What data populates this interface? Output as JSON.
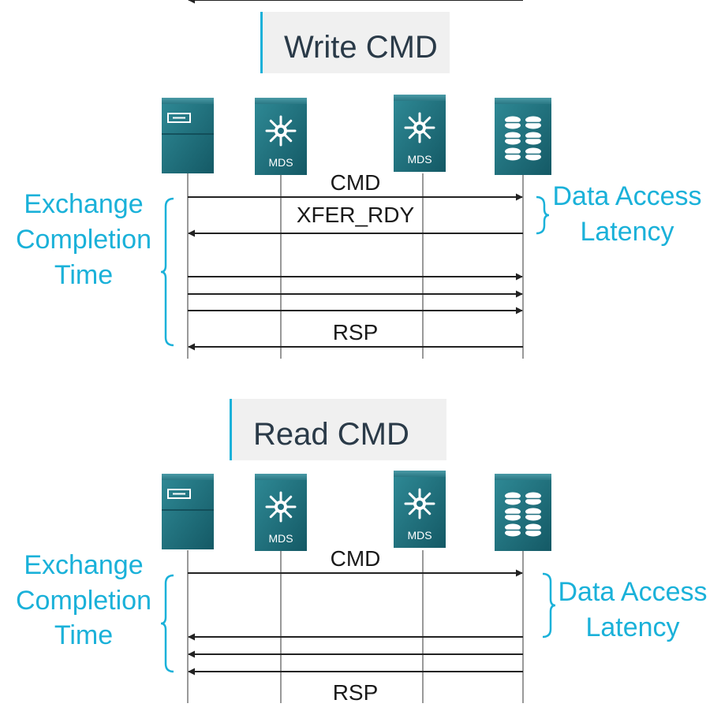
{
  "panels": [
    {
      "id": "write",
      "title": "Write CMD",
      "devices": [
        {
          "type": "server",
          "label": ""
        },
        {
          "type": "switch",
          "label": "MDS"
        },
        {
          "type": "switch",
          "label": "MDS"
        },
        {
          "type": "storage",
          "label": ""
        }
      ],
      "messages": [
        {
          "label": "CMD",
          "direction": "right"
        },
        {
          "label": "XFER_RDY",
          "direction": "left"
        },
        {
          "label": "",
          "direction": "right"
        },
        {
          "label": "",
          "direction": "right"
        },
        {
          "label": "",
          "direction": "right"
        },
        {
          "label": "RSP",
          "direction": "left"
        }
      ],
      "left_annotation": [
        "Exchange",
        "Completion",
        "Time"
      ],
      "right_annotation": [
        "Data Access",
        "Latency"
      ]
    },
    {
      "id": "read",
      "title": "Read CMD",
      "devices": [
        {
          "type": "server",
          "label": ""
        },
        {
          "type": "switch",
          "label": "MDS"
        },
        {
          "type": "switch",
          "label": "MDS"
        },
        {
          "type": "storage",
          "label": ""
        }
      ],
      "messages": [
        {
          "label": "CMD",
          "direction": "right"
        },
        {
          "label": "",
          "direction": "left"
        },
        {
          "label": "",
          "direction": "left"
        },
        {
          "label": "",
          "direction": "left"
        },
        {
          "label": "RSP",
          "direction": "left"
        }
      ],
      "left_annotation": [
        "Exchange",
        "Completion",
        "Time"
      ],
      "right_annotation": [
        "Data Access",
        "Latency"
      ]
    }
  ],
  "colors": {
    "accent": "#1ab1d9",
    "device_teal": "#1f6f7e",
    "title_box": "#f0f0f0",
    "title_bar": "#1ab1d9",
    "line": "#222222",
    "lifeline": "#999999"
  },
  "icons": {
    "server": "server-icon",
    "switch": "mds-switch-icon",
    "storage": "storage-array-icon"
  }
}
